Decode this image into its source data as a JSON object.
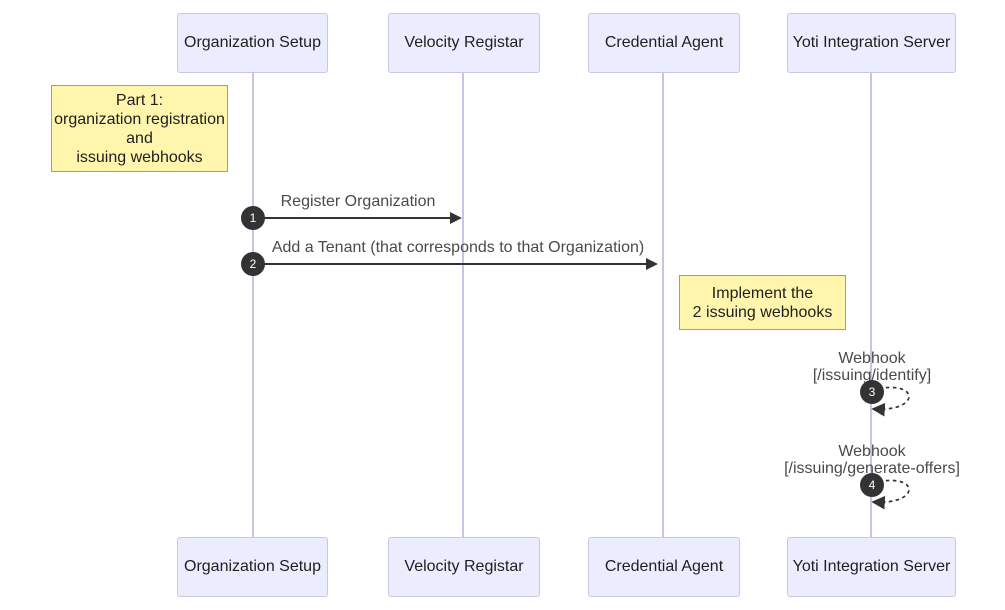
{
  "diagram_type": "sequence-diagram",
  "actors": [
    {
      "label": "Organization Setup"
    },
    {
      "label": "Velocity Registar"
    },
    {
      "label": "Credential Agent"
    },
    {
      "label": "Yoti Integration Server"
    }
  ],
  "notes": [
    {
      "position": "left of Organization Setup",
      "lines": [
        "Part 1:",
        "organization registration",
        "and",
        "issuing webhooks"
      ]
    },
    {
      "position": "right of Credential Agent",
      "lines": [
        "Implement the",
        "2 issuing webhooks"
      ]
    }
  ],
  "messages": [
    {
      "seq": "1",
      "from": "Organization Setup",
      "to": "Velocity Registar",
      "line_style": "solid",
      "label": "Register Organization"
    },
    {
      "seq": "2",
      "from": "Organization Setup",
      "to": "Credential Agent",
      "line_style": "solid",
      "label": "Add a Tenant (that corresponds to that Organization)"
    },
    {
      "seq": "3",
      "from": "Yoti Integration Server",
      "to": "Yoti Integration Server",
      "line_style": "dashed",
      "lines": [
        "Webhook",
        "[/issuing/identify]"
      ]
    },
    {
      "seq": "4",
      "from": "Yoti Integration Server",
      "to": "Yoti Integration Server",
      "line_style": "dashed",
      "lines": [
        "Webhook",
        "[/issuing/generate-offers]"
      ]
    }
  ],
  "colors": {
    "background": "#FFFFFF",
    "actor_fill": "#ECECFF",
    "actor_border": "#C7C7E6",
    "note_fill": "#FFF5AD",
    "note_border": "#AAAA33",
    "lifeline": "#CBC3E4",
    "message_line": "#333333",
    "message_text": "#4A4A4A",
    "seq_badge_fill": "#333333",
    "seq_badge_text": "#FFFFFF"
  }
}
